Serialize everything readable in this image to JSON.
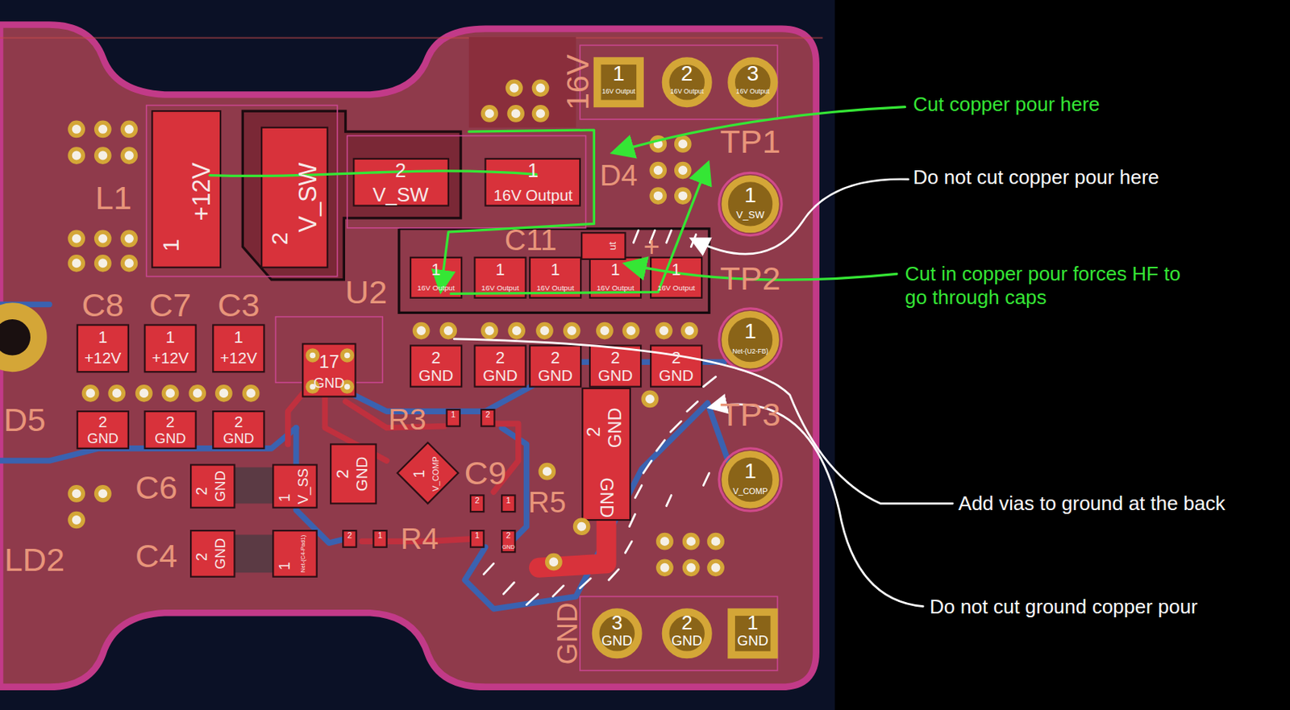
{
  "diagram": {
    "labels": [
      "Cut copper pour here",
      "Do not cut copper pour here",
      "Cut in copper pour forces HF to go through caps",
      "Add vias to ground at the back",
      "Do not cut ground copper pour",
      "L1",
      "D4",
      "TP1",
      "TP2",
      "TP3",
      "C8",
      "C7",
      "C3",
      "U2",
      "C11",
      "C9",
      "R5",
      "R4",
      "R3",
      "C6",
      "C4",
      "D5",
      "LD2",
      "16V",
      "GND",
      "1",
      "+12V",
      "2",
      "V_SW",
      "2",
      "V_SW",
      "1",
      "16V Output",
      "1",
      "16V Output",
      "1",
      "16V Output",
      "1",
      "16V Output",
      "1",
      "16V Output",
      "1",
      "16V Output",
      "ut",
      "+",
      "2",
      "GND",
      "2",
      "GND",
      "2",
      "GND",
      "2",
      "GND",
      "2",
      "GND",
      "1",
      "+12V",
      "1",
      "+12V",
      "1",
      "+12V",
      "2",
      "GND",
      "2",
      "GND",
      "2",
      "GND",
      "2",
      "GND",
      "1",
      "V_SS",
      "2",
      "GND",
      "1",
      "Net-(C4-Pad1)",
      "17",
      "GND",
      "2",
      "GND",
      "1",
      "V_COMP",
      "2",
      "GND",
      "GND",
      "1",
      "V_SW",
      "1",
      "Net-(U2-FB)",
      "1",
      "V_COMP",
      "1",
      "16V Output",
      "2",
      "16V Output",
      "3",
      "16V Output",
      "3",
      "GND",
      "2",
      "GND",
      "1",
      "GND",
      "1",
      "2",
      "2",
      "1",
      "2",
      "1",
      "1",
      "2",
      "GND"
    ]
  }
}
